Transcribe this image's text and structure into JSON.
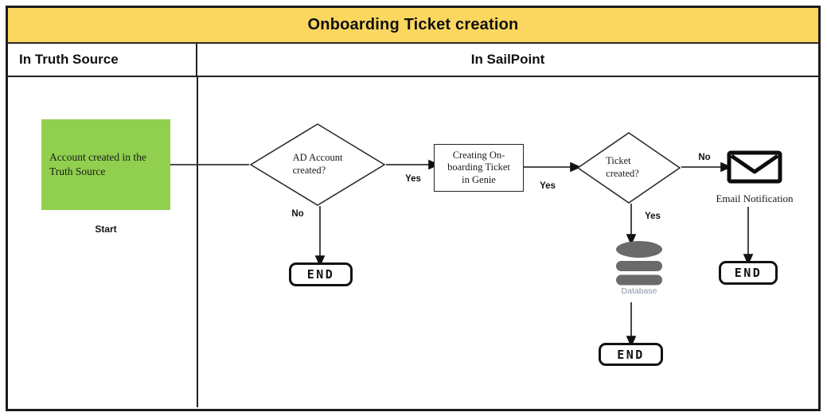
{
  "title": "Onboarding Ticket creation",
  "lanes": {
    "truth_source": "In Truth Source",
    "sailpoint": "In SailPoint"
  },
  "nodes": {
    "start": {
      "label": "Account created in the\nTruth Source",
      "caption": "Start"
    },
    "ad_decision": {
      "label": "AD Account\ncreated?"
    },
    "genie_process": {
      "label": "Creating On-\nboarding Ticket\nin Genie"
    },
    "ticket_decision": {
      "label": "Ticket\ncreated?"
    },
    "email": {
      "label": "Email Notification"
    },
    "database": {
      "label": "Database"
    },
    "end_ad_no": {
      "label": "END"
    },
    "end_database": {
      "label": "END"
    },
    "end_email": {
      "label": "END"
    }
  },
  "edge_labels": {
    "ad_yes": "Yes",
    "ad_no": "No",
    "genie_to_ticket_yes": "Yes",
    "ticket_no": "No",
    "ticket_yes": "Yes"
  },
  "colors": {
    "title_bg": "#FBD75F",
    "start_fill": "#90D04E",
    "database_fill": "#6A6A6A",
    "database_label": "#8C94A8",
    "connector": "#333333",
    "frame_border": "#1D1D1D"
  }
}
